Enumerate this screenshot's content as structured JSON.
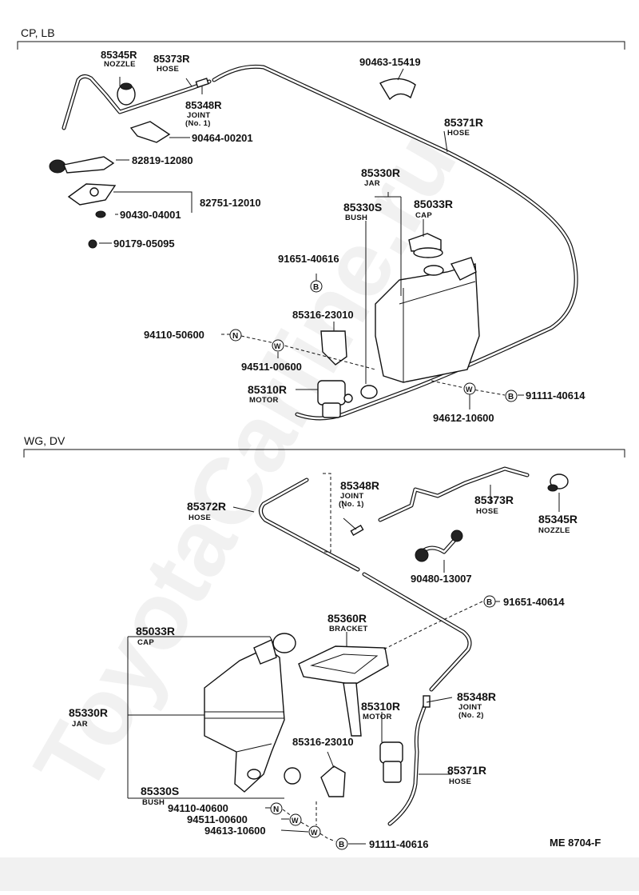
{
  "sections": {
    "top": {
      "label": "CP, LB"
    },
    "bottom": {
      "label": "WG, DV"
    }
  },
  "top": {
    "p85345R": {
      "num": "85345R",
      "desc": "NOZZLE"
    },
    "p85373R": {
      "num": "85373R",
      "desc": "HOSE"
    },
    "p85348R": {
      "num": "85348R",
      "desc": "JOINT",
      "note": "(No. 1)"
    },
    "p90463": {
      "num": "90463-15419"
    },
    "p90464": {
      "num": "90464-00201"
    },
    "p85371R": {
      "num": "85371R",
      "desc": "HOSE"
    },
    "p82819": {
      "num": "82819-12080"
    },
    "p85330R": {
      "num": "85330R",
      "desc": "JAR"
    },
    "p85330S": {
      "num": "85330S",
      "desc": "BUSH"
    },
    "p85033R": {
      "num": "85033R",
      "desc": "CAP"
    },
    "p82751": {
      "num": "82751-12010"
    },
    "p90430": {
      "num": "90430-04001"
    },
    "p90179": {
      "num": "90179-05095"
    },
    "p91651": {
      "num": "91651-40616"
    },
    "p85316": {
      "num": "85316-23010"
    },
    "p94110": {
      "num": "94110-50600"
    },
    "p94511": {
      "num": "94511-00600"
    },
    "p85310R": {
      "num": "85310R",
      "desc": "MOTOR"
    },
    "p91111": {
      "num": "91111-40614"
    },
    "p94612": {
      "num": "94612-10600"
    }
  },
  "bottom": {
    "p85348R1": {
      "num": "85348R",
      "desc": "JOINT",
      "note": "(No. 1)"
    },
    "p85372R": {
      "num": "85372R",
      "desc": "HOSE"
    },
    "p85373R": {
      "num": "85373R",
      "desc": "HOSE"
    },
    "p85345R": {
      "num": "85345R",
      "desc": "NOZZLE"
    },
    "p90480": {
      "num": "90480-13007"
    },
    "p91651": {
      "num": "91651-40614"
    },
    "p85360R": {
      "num": "85360R",
      "desc": "BRACKET"
    },
    "p85033R": {
      "num": "85033R",
      "desc": "CAP"
    },
    "p85348R2": {
      "num": "85348R",
      "desc": "JOINT",
      "note": "(No. 2)"
    },
    "p85330R": {
      "num": "85330R",
      "desc": "JAR"
    },
    "p85310R": {
      "num": "85310R",
      "desc": "MOTOR"
    },
    "p85316": {
      "num": "85316-23010"
    },
    "p85371R": {
      "num": "85371R",
      "desc": "HOSE"
    },
    "p85330S": {
      "num": "85330S",
      "desc": "BUSH"
    },
    "p94110": {
      "num": "94110-40600"
    },
    "p94511": {
      "num": "94511-00600"
    },
    "p94613": {
      "num": "94613-10600"
    },
    "p91111": {
      "num": "91111-40616"
    }
  },
  "markers": {
    "N": "N",
    "W": "W",
    "B": "B"
  },
  "footer_code": "ME 8704-F",
  "watermark": "ToyotaCarline.ru"
}
